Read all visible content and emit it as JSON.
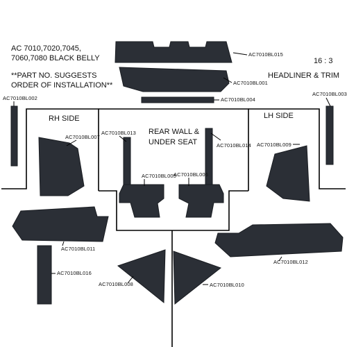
{
  "header": {
    "model_line1": "AC 7010,7020,7045,",
    "model_line2": "7060,7080 BLACK BELLY",
    "note_line1": "**PART NO. SUGGESTS",
    "note_line2": "ORDER OF INSTALLATION**",
    "page": "16 : 3",
    "title": "HEADLINER & TRIM"
  },
  "sections": {
    "rh_side": "RH SIDE",
    "lh_side": "LH SIDE",
    "rear_line1": "REAR WALL &",
    "rear_line2": "UNDER SEAT"
  },
  "parts": {
    "bl015": "AC7010BL015",
    "bl001": "AC7010BL001",
    "bl004": "AC7010BL004",
    "bl002": "AC7010BL002",
    "bl003": "AC7010BL003",
    "bl007": "AC7010BL007",
    "bl013": "AC7010BL013",
    "bl014": "AC7010BL014",
    "bl009": "AC7010BL009",
    "bl005": "AC7010BL005",
    "bl006": "AC7010BL006",
    "bl011": "AC7010BL011",
    "bl012": "AC7010BL012",
    "bl016": "AC7010BL016",
    "bl008": "AC7010BL008",
    "bl010": "AC7010BL010"
  },
  "colors": {
    "panel": "#2b2f36",
    "line": "#000000",
    "background": "#ffffff"
  }
}
